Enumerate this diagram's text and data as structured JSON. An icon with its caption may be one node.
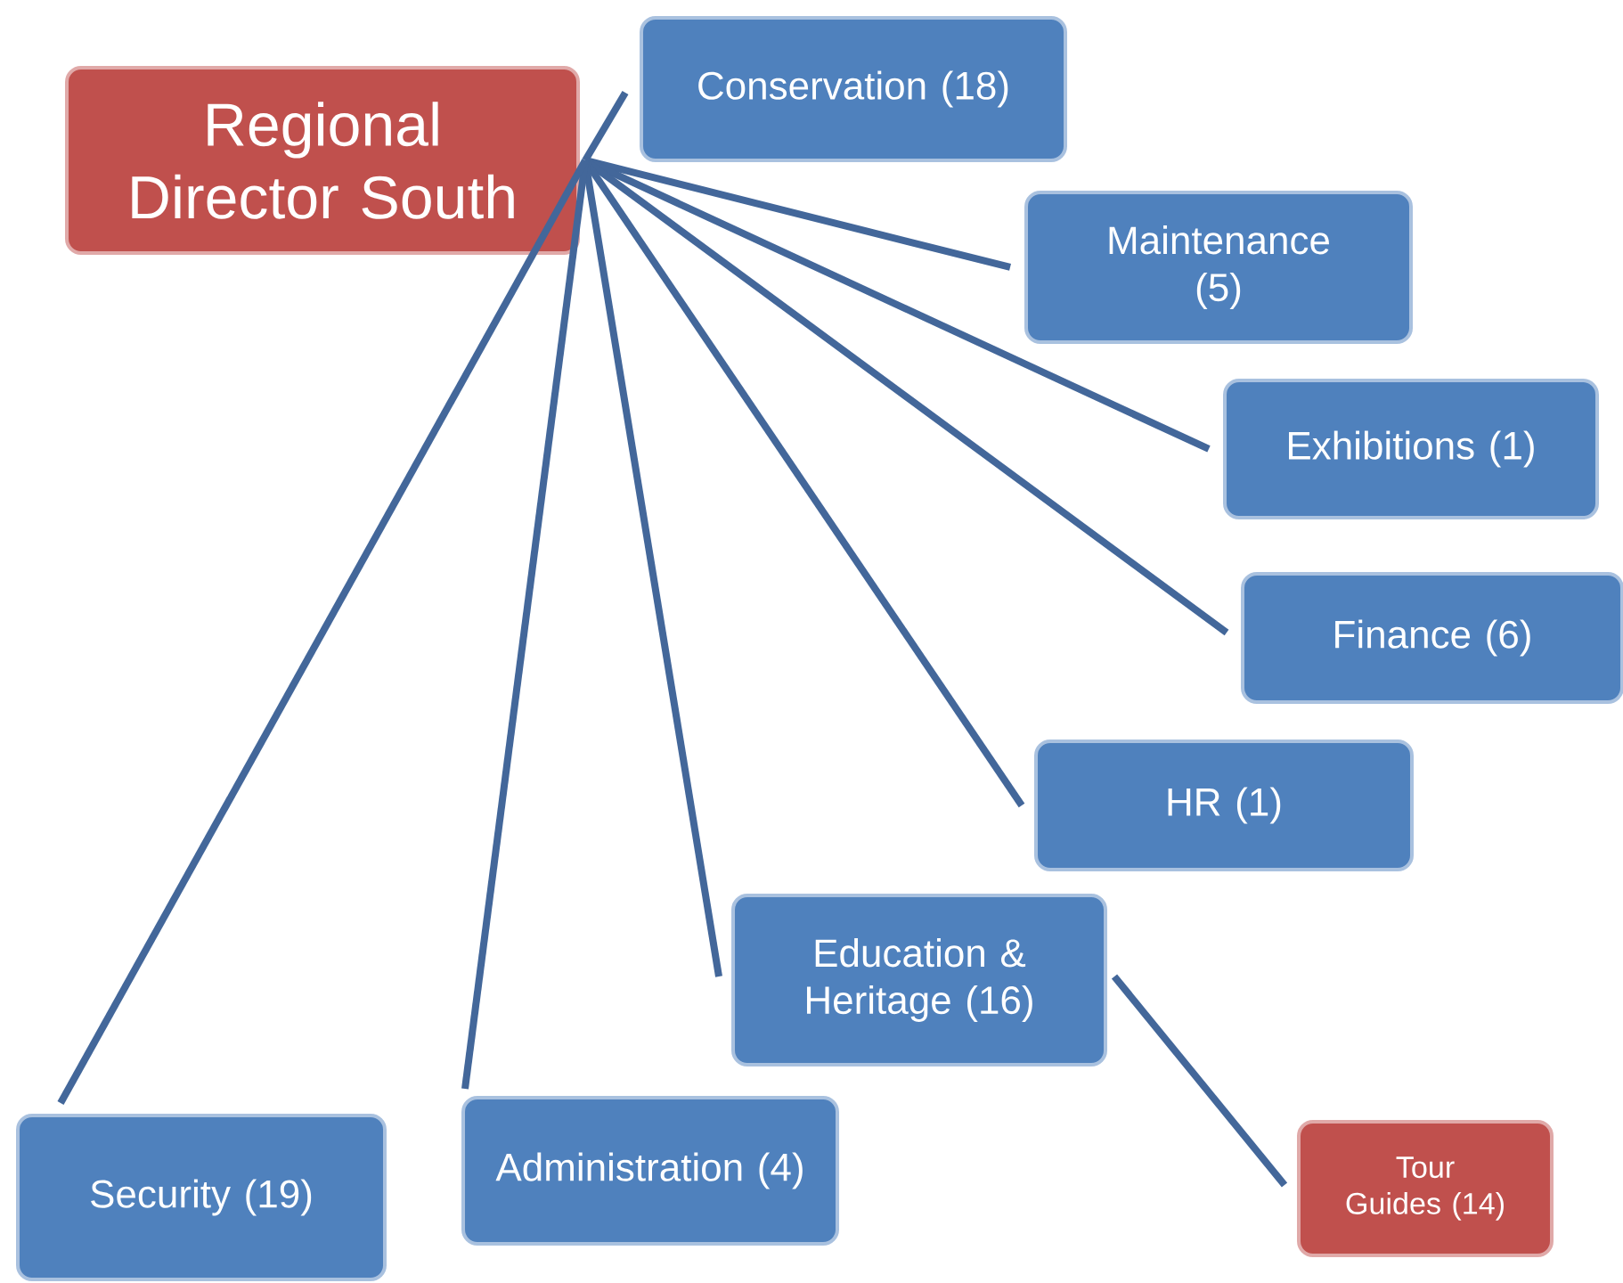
{
  "diagram": {
    "nodes": [
      {
        "text": [
          "Regional Director South"
        ]
      },
      {
        "text": [
          "Conservation (18)"
        ]
      },
      {
        "text": [
          "Maintenance (5)"
        ]
      },
      {
        "text": [
          "Exhibitions (1)"
        ]
      },
      {
        "text": [
          "Finance (6)"
        ]
      },
      {
        "text": [
          "HR (1)"
        ]
      },
      {
        "text": [
          "Education & Heritage (16)"
        ]
      },
      {
        "text": [
          "Tour Guides (14)"
        ]
      },
      {
        "text": [
          "Security (19)"
        ]
      },
      {
        "text": [
          "Administration (4)"
        ]
      }
    ],
    "edges": [
      {
        "from": 0,
        "to": 1,
        "arrow": "none"
      },
      {
        "from": 0,
        "to": 2,
        "arrow": "none"
      },
      {
        "from": 0,
        "to": 3,
        "arrow": "none"
      },
      {
        "from": 0,
        "to": 4,
        "arrow": "none"
      },
      {
        "from": 0,
        "to": 5,
        "arrow": "none"
      },
      {
        "from": 0,
        "to": 6,
        "arrow": "none"
      },
      {
        "from": 0,
        "to": 9,
        "arrow": "none"
      },
      {
        "from": 0,
        "to": 8,
        "arrow": "none"
      },
      {
        "from": 6,
        "to": 7,
        "arrow": "none"
      }
    ]
  }
}
